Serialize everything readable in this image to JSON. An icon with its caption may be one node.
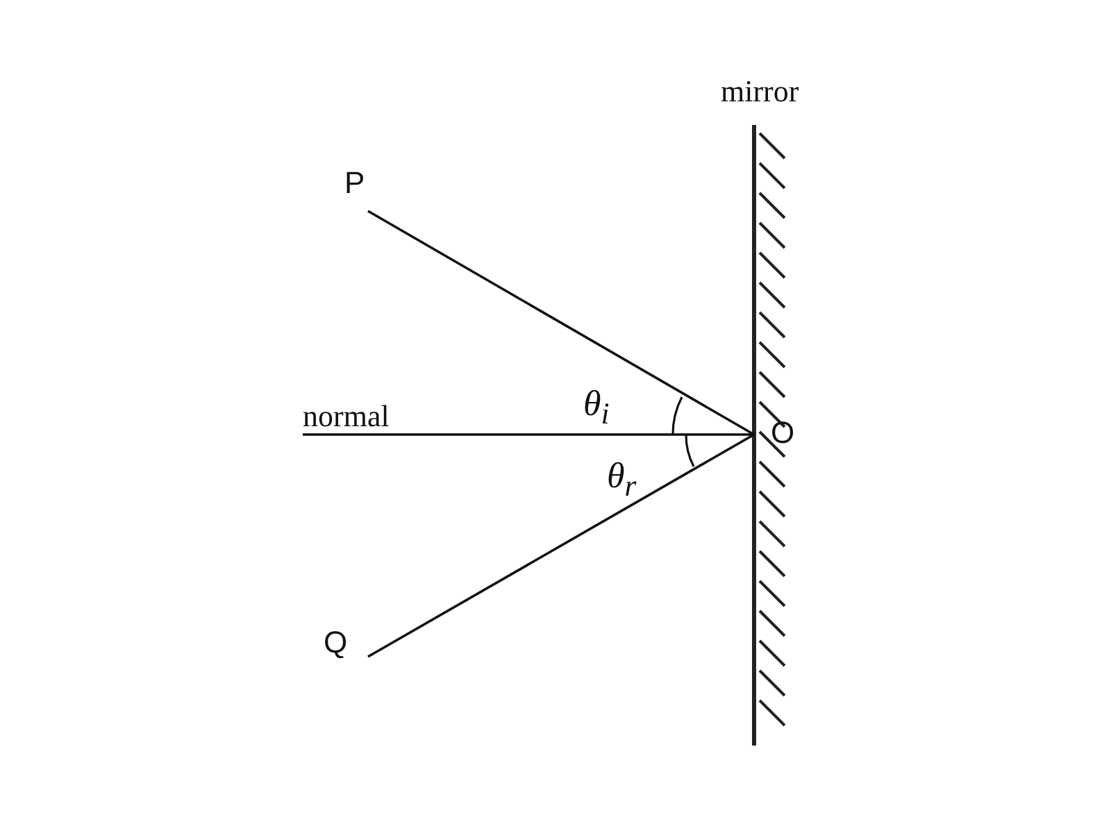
{
  "diagram": {
    "nodes": [
      {
        "text": [
          "P"
        ]
      },
      {
        "text": [
          "O"
        ]
      },
      {
        "text": [
          "Q"
        ]
      },
      {
        "text": [
          "normal"
        ]
      }
    ],
    "edges": [
      {
        "from": 0,
        "to": 1,
        "arrow": "none"
      },
      {
        "from": 3,
        "to": 1,
        "arrow": "none"
      },
      {
        "from": 2,
        "to": 1,
        "arrow": "none"
      }
    ],
    "labels": [
      "mirror",
      "θ$_{i}$",
      "θ$_{r}$"
    ]
  }
}
